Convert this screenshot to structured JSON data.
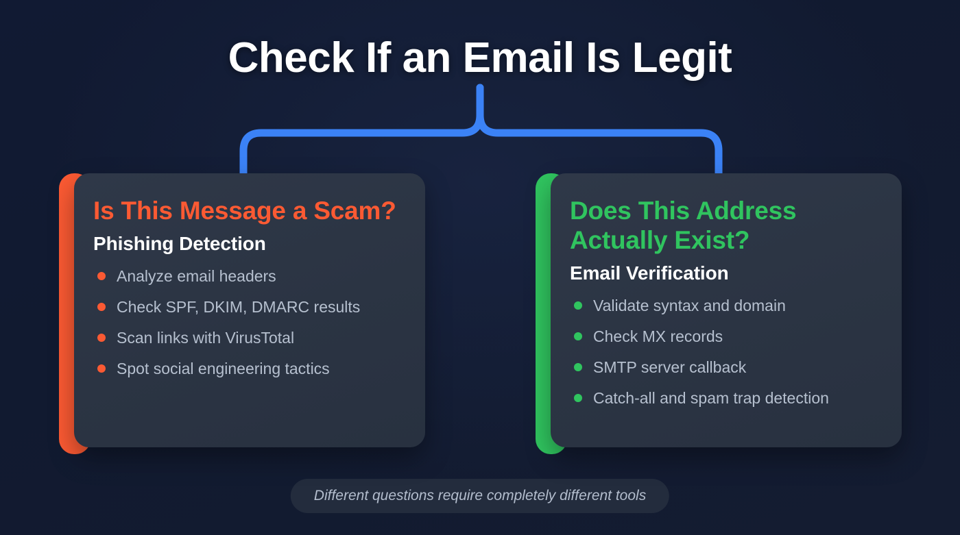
{
  "header": {
    "title": "Check If an Email Is Legit"
  },
  "connector": {
    "name": "bracket-connector",
    "color": "#3b82f6"
  },
  "colors": {
    "background_top": "#111a33",
    "background_glow": "#18233f",
    "card_background": "#2b3443",
    "accent_left": "#fb5a33",
    "accent_right": "#30c45f",
    "title_text": "#ffffff",
    "bullet_text": "#b6c0cf",
    "caption_text": "#b3bdcd",
    "caption_pill": "#232c3d"
  },
  "cards": [
    {
      "id": "phishing-detection",
      "question": "Is This Message a Scam?",
      "subtitle": "Phishing Detection",
      "accent_color": "#fb5a33",
      "bullets": [
        "Analyze email headers",
        "Check SPF, DKIM, DMARC results",
        "Scan links with VirusTotal",
        "Spot social engineering tactics"
      ]
    },
    {
      "id": "email-verification",
      "question": "Does This Address Actually Exist?",
      "subtitle": "Email Verification",
      "accent_color": "#30c45f",
      "bullets": [
        "Validate syntax and domain",
        "Check MX records",
        "SMTP server callback",
        "Catch-all and spam trap detection"
      ]
    }
  ],
  "footer": {
    "caption": "Different questions require completely different tools"
  }
}
